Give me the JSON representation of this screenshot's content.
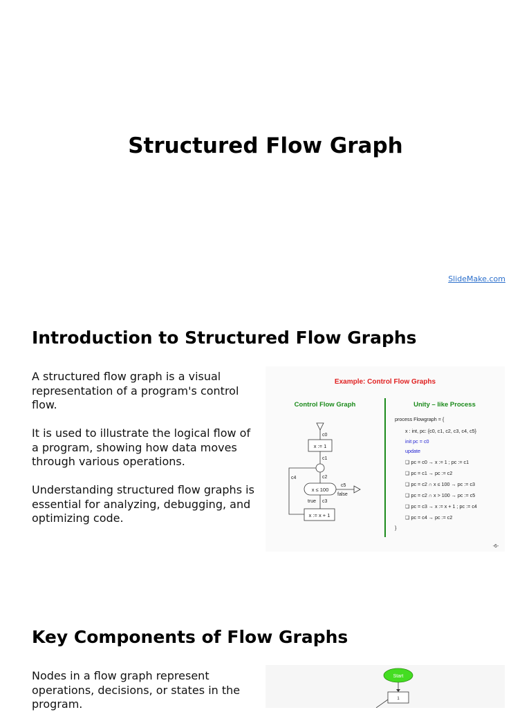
{
  "slide1": {
    "title": "Structured Flow Graph",
    "credit": "SlideMake.com"
  },
  "slide2": {
    "heading": "Introduction to Structured Flow Graphs",
    "paragraphs": [
      "A structured flow graph is a visual representation of a program's control flow.",
      "It is used to illustrate the logical flow of a program, showing how data moves through various operations.",
      "Understanding structured flow graphs is essential for analyzing, debugging, and optimizing code."
    ],
    "figure": {
      "title": "Example: Control Flow Graphs",
      "left_title": "Control Flow Graph",
      "right_title": "Unity – like Process",
      "nodes": {
        "c0": "c0",
        "c1": "c1",
        "c2": "c2",
        "c3": "c3",
        "c4": "c4",
        "c5": "c5",
        "assign": "x := 1",
        "decision": "x ≤ 100",
        "increment": "x := x + 1",
        "true_label": "true",
        "false_label": "false"
      },
      "code": [
        "process Flowgraph = {",
        "x : int,  pc: {c0, c1, c2, c3, c4, c5}",
        "init  pc = c0",
        "update",
        "❑ pc = c0 → x := 1 ; pc := c1",
        "❑ pc = c1 → pc := c2",
        "❑ pc = c2 ∩ x ≤ 100 → pc := c3",
        "❑ pc = c2 ∩ x > 100 → pc := c5",
        "❑ pc = c3 → x := x + 1 ; pc := c4",
        "❑ pc = c4 → pc := c2",
        "}"
      ],
      "page_number": "-6-"
    }
  },
  "slide3": {
    "heading": "Key Components of Flow Graphs",
    "paragraphs": [
      "Nodes in a flow graph represent operations, decisions, or states in the program."
    ],
    "figure": {
      "start_label": "Start",
      "box_label": "1"
    }
  },
  "colors": {
    "link": "#2a6ecb",
    "figure_title": "#e02020",
    "figure_heading": "#1a8a1a",
    "code_keyword": "#1a1ad0",
    "start_node": "#44dd22"
  }
}
